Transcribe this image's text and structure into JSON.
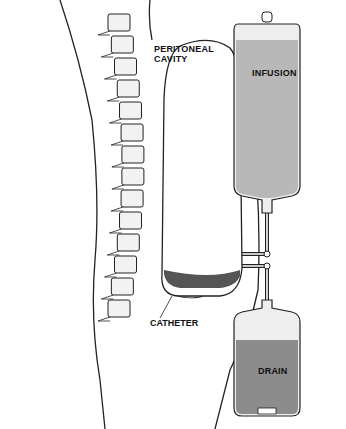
{
  "diagram": {
    "nodes": [
      {
        "text": [
          "PERITONEAL CAVITY"
        ]
      },
      {
        "text": [
          "INFUSION"
        ]
      },
      {
        "text": [
          "DRAIN"
        ]
      }
    ],
    "edges": [
      {
        "from": 1,
        "to": 0,
        "arrow": "none"
      },
      {
        "from": 0,
        "to": 2,
        "arrow": "none"
      }
    ],
    "labels": [
      "CATHETER"
    ]
  }
}
